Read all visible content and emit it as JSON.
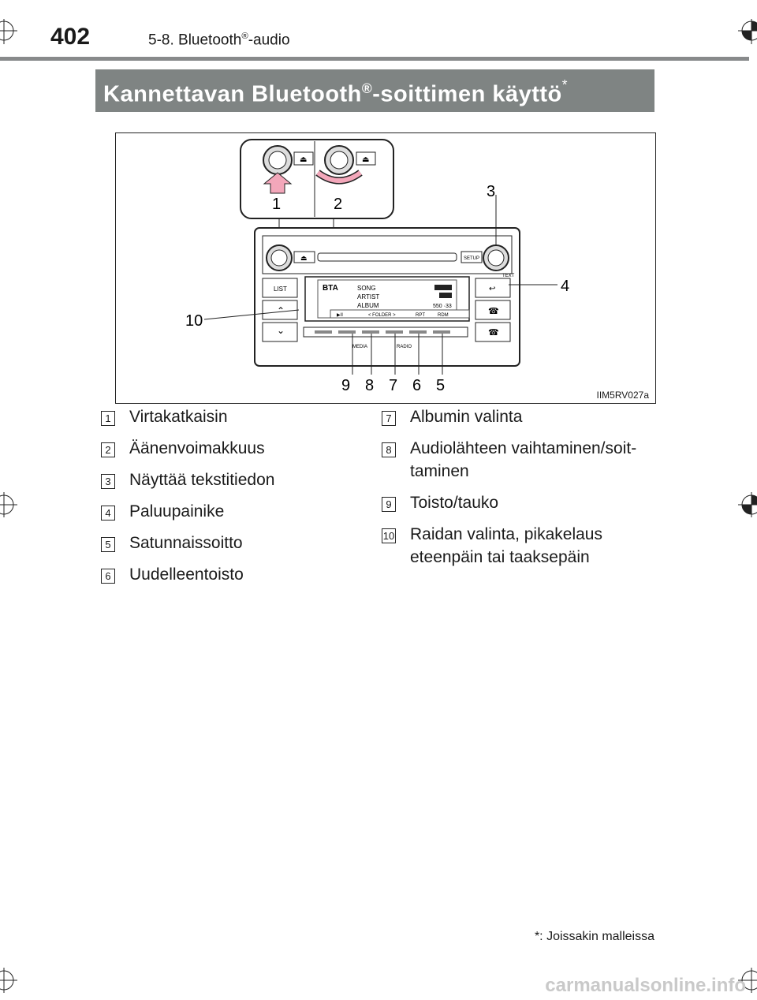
{
  "header": {
    "page_number": "402",
    "section_prefix": "5-8. Bluetooth",
    "section_reg": "®",
    "section_suffix": "-audio"
  },
  "banner": {
    "title_prefix": "Kannettavan Bluetooth",
    "title_reg": "®",
    "title_suffix": "-soittimen käyttö",
    "title_asterisk": "*"
  },
  "figure": {
    "code": "IIM5RV027a",
    "callouts": [
      "1",
      "2",
      "3",
      "4",
      "5",
      "6",
      "7",
      "8",
      "9",
      "10"
    ],
    "buttons": {
      "list": "LIST",
      "setup": "SETUP",
      "text": "TEXT",
      "media": "MEDIA",
      "radio": "RADIO"
    },
    "display": {
      "source": "BTA",
      "song": "SONG",
      "artist": "ARTIST",
      "album": "ALBUM",
      "time": "550 ·33",
      "softkeys": [
        "▶II",
        "< FOLDER >",
        "RPT",
        "RDM"
      ]
    }
  },
  "legend": {
    "left": [
      {
        "num": "1",
        "text": "Virtakatkaisin"
      },
      {
        "num": "2",
        "text": "Äänenvoimakkuus"
      },
      {
        "num": "3",
        "text": "Näyttää tekstitiedon"
      },
      {
        "num": "4",
        "text": "Paluupainike"
      },
      {
        "num": "5",
        "text": "Satunnaissoitto"
      },
      {
        "num": "6",
        "text": "Uudelleentoisto"
      }
    ],
    "right": [
      {
        "num": "7",
        "text": "Albumin valinta"
      },
      {
        "num": "8",
        "text": "Audiolähteen vaihtaminen/soit-taminen"
      },
      {
        "num": "9",
        "text": "Toisto/tauko"
      },
      {
        "num": "10",
        "text": "Raidan valinta, pikakelaus eteenpäin tai taaksepäin"
      }
    ]
  },
  "footnote": {
    "symbol": "*",
    "text": ": Joissakin malleissa"
  },
  "watermark": "carmanualsonline.info"
}
